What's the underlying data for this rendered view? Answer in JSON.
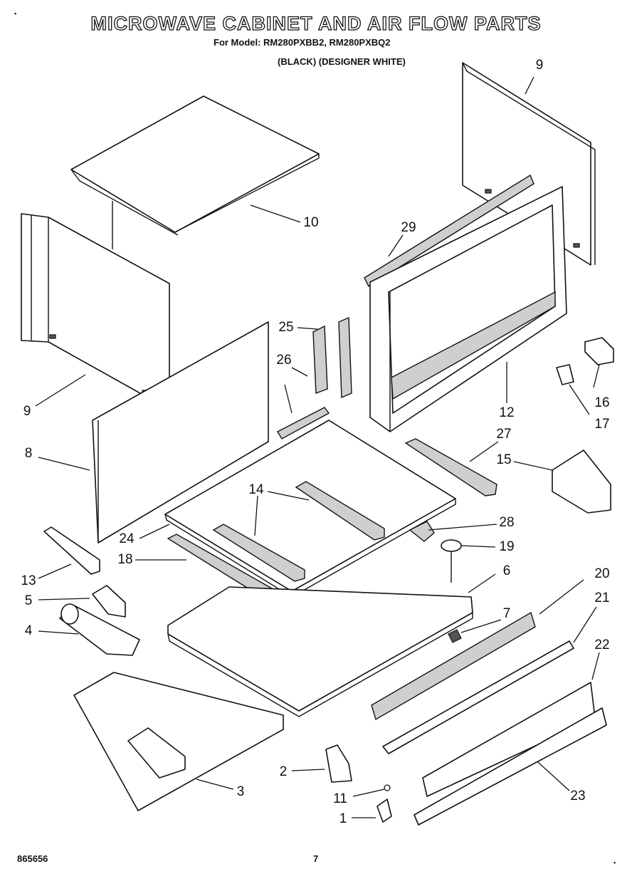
{
  "header": {
    "title": "MICROWAVE CABINET AND AIR FLOW PARTS",
    "model_line": "For Model: RM280PXBB2, RM280PXBQ2",
    "finish_line": "(BLACK)  (DESIGNER WHITE)"
  },
  "footer": {
    "doc_number": "865656",
    "page": "7"
  },
  "callouts": [
    {
      "id": "c9a",
      "label": "9"
    },
    {
      "id": "c10",
      "label": "10"
    },
    {
      "id": "c29",
      "label": "29"
    },
    {
      "id": "c9b",
      "label": "9"
    },
    {
      "id": "c25",
      "label": "25"
    },
    {
      "id": "c26",
      "label": "26"
    },
    {
      "id": "c12",
      "label": "12"
    },
    {
      "id": "c16",
      "label": "16"
    },
    {
      "id": "c17",
      "label": "17"
    },
    {
      "id": "c8",
      "label": "8"
    },
    {
      "id": "c27",
      "label": "27"
    },
    {
      "id": "c15",
      "label": "15"
    },
    {
      "id": "c14",
      "label": "14"
    },
    {
      "id": "c24",
      "label": "24"
    },
    {
      "id": "c28",
      "label": "28"
    },
    {
      "id": "c19",
      "label": "19"
    },
    {
      "id": "c13",
      "label": "13"
    },
    {
      "id": "c18",
      "label": "18"
    },
    {
      "id": "c6",
      "label": "6"
    },
    {
      "id": "c20",
      "label": "20"
    },
    {
      "id": "c5",
      "label": "5"
    },
    {
      "id": "c21",
      "label": "21"
    },
    {
      "id": "c7",
      "label": "7"
    },
    {
      "id": "c4",
      "label": "4"
    },
    {
      "id": "c22",
      "label": "22"
    },
    {
      "id": "c2",
      "label": "2"
    },
    {
      "id": "c3",
      "label": "3"
    },
    {
      "id": "c11",
      "label": "11"
    },
    {
      "id": "c23",
      "label": "23"
    },
    {
      "id": "c1",
      "label": "1"
    }
  ]
}
